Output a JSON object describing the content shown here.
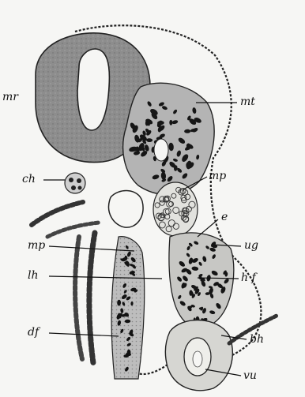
{
  "figure": {
    "colors": {
      "paper": "#f6f6f4",
      "ink": "#1a1a1a",
      "tissue_fill": "#8a8a8a",
      "cell_fill": "#d8d8d4"
    },
    "labels": {
      "mr": "mr",
      "mt": "mt",
      "ch": "ch",
      "mp_top": "mp",
      "e": "e",
      "mp_left": "mp",
      "ug": "ug",
      "lh": "lh",
      "hf": "h f",
      "df": "df",
      "bh": "bh",
      "vu": "vu"
    }
  }
}
